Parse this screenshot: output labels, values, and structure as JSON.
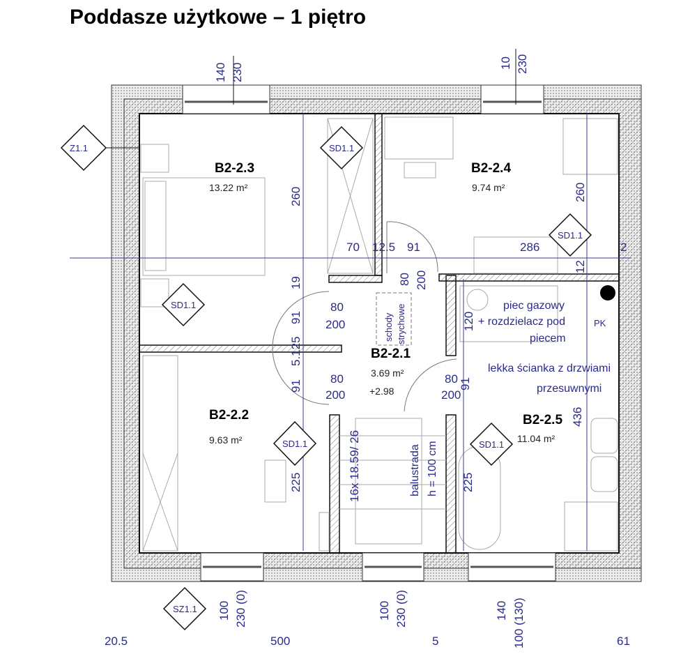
{
  "title": "Poddasze użytkowe – 1 piętro",
  "rooms": [
    {
      "id": "B2-2.3",
      "area": "13.22 m²"
    },
    {
      "id": "B2-2.4",
      "area": "9.74 m²"
    },
    {
      "id": "B2-2.1",
      "area": "3.69 m²",
      "level": "+2.98"
    },
    {
      "id": "B2-2.2",
      "area": "9.63 m²"
    },
    {
      "id": "B2-2.5",
      "area": "11.04 m²"
    }
  ],
  "tags": {
    "z": "Z1.1",
    "sd": "SD1.1",
    "sz": "SZ1.1"
  },
  "dims": {
    "top_left_a": "140",
    "top_left_b": "230",
    "top_right_a": "10",
    "top_right_b": "230",
    "h260": "260",
    "d70": "70",
    "d125": "12.5",
    "d91": "91",
    "d286": "286",
    "d2": "2",
    "d19": "19",
    "d80": "80",
    "d200": "200",
    "d5125": "5.125",
    "d12": "12",
    "d120": "120",
    "d436": "436",
    "d225": "225",
    "bottom_100": "100",
    "bottom_230_0": "230 (0)",
    "bottom_140": "140",
    "bottom_100_130": "100 (130)",
    "axis_205": "20.5",
    "axis_500": "500",
    "axis_5": "5",
    "axis_61": "61"
  },
  "notes": {
    "attic_stairs_1": "schody",
    "attic_stairs_2": "strychowe",
    "stairs": "16x 18.59/ 26",
    "railing_1": "balustrada",
    "railing_2": "h = 100 cm",
    "boiler_1": "piec gazowy",
    "boiler_2": "+ rozdzielacz pod",
    "boiler_3": "piecem",
    "wall_1": "lekka ścianka z drzwiami",
    "wall_2": "przesuwnymi",
    "pk": "PK"
  }
}
